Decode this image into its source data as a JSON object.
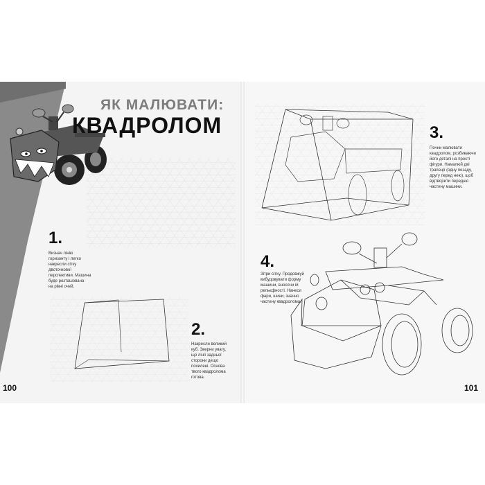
{
  "title": {
    "line1": "ЯК МАЛЮВАТИ:",
    "line2": "КВАДРОЛОМ"
  },
  "steps": [
    {
      "number": "1.",
      "text_lines": [
        "Визнач лінію",
        "горизонту і легко",
        "накресли сітку",
        "двоточкової",
        "перспективи. Машина",
        "буде розташована",
        "на рівні очей."
      ]
    },
    {
      "number": "2.",
      "text_lines": [
        "Накресли великий",
        "куб. Зверни увагу,",
        "що лінії задньої",
        "сторони дещо",
        "похилені. Основа",
        "твого квадролома",
        "готова."
      ]
    },
    {
      "number": "3.",
      "text_lines": [
        "Почни малювати",
        "квадролом, розбиваючи",
        "його деталі на прості",
        "фігури. Намалюй дві",
        "трапеції (одну позаду,",
        "другу перед нею), щоб",
        "відтворити передню",
        "частину машини."
      ]
    },
    {
      "number": "4.",
      "text_lines": [
        "Зітри сітку. Продовжуй",
        "вибудовувати форму",
        "машини, вносячи ій",
        "рельєфності. Нанеси",
        "фари, шини, значно",
        "частину квадролома."
      ]
    }
  ],
  "page_numbers": {
    "left": "100",
    "right": "101"
  },
  "colors": {
    "title_gray": "#7d7d7d",
    "band_dark": "#8a8a8a",
    "text": "#111111"
  },
  "icons": [
    "quad-bike-illustration",
    "perspective-grid",
    "cube-sketch",
    "quad-sketch-shapes",
    "quad-sketch-detailed"
  ]
}
